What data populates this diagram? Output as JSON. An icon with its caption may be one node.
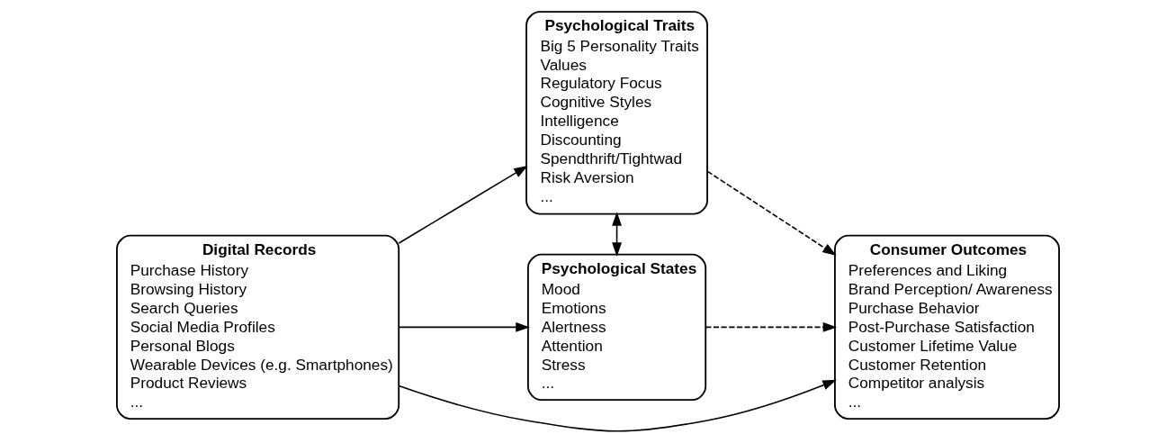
{
  "diagram": {
    "nodes": [
      {
        "text": [
          "Digital Records",
          "Purchase History",
          "Browsing History",
          "Search Queries",
          "Social Media Profiles",
          "Personal Blogs",
          "Wearable Devices (e.g. Smartphones)",
          "Product Reviews",
          "..."
        ]
      },
      {
        "text": [
          "Psychological Traits",
          "Big 5 Personality Traits",
          "Values",
          "Regulatory Focus",
          "Cognitive Styles",
          "Intelligence",
          "Discounting",
          "Spendthrift/Tightwad",
          "Risk Aversion",
          "..."
        ]
      },
      {
        "text": [
          "Psychological States",
          "Mood",
          "Emotions",
          "Alertness",
          "Attention",
          "Stress",
          "..."
        ]
      },
      {
        "text": [
          "Consumer Outcomes",
          "Preferences and Liking",
          "Brand Perception/ Awareness",
          "Purchase Behavior",
          "Post-Purchase Satisfaction",
          "Customer Lifetime Value",
          "Customer Retention",
          "Competitor analysis",
          "..."
        ]
      }
    ],
    "edges": [
      {
        "from": 0,
        "to": 1,
        "arrow": "to"
      },
      {
        "from": 0,
        "to": 2,
        "arrow": "to"
      },
      {
        "from": 0,
        "to": 3,
        "arrow": "to"
      },
      {
        "from": 1,
        "to": 2,
        "arrow": "both"
      },
      {
        "from": 1,
        "to": 3,
        "arrow": "to",
        "style": "dashed"
      },
      {
        "from": 2,
        "to": 3,
        "arrow": "to",
        "style": "dashed"
      }
    ]
  }
}
